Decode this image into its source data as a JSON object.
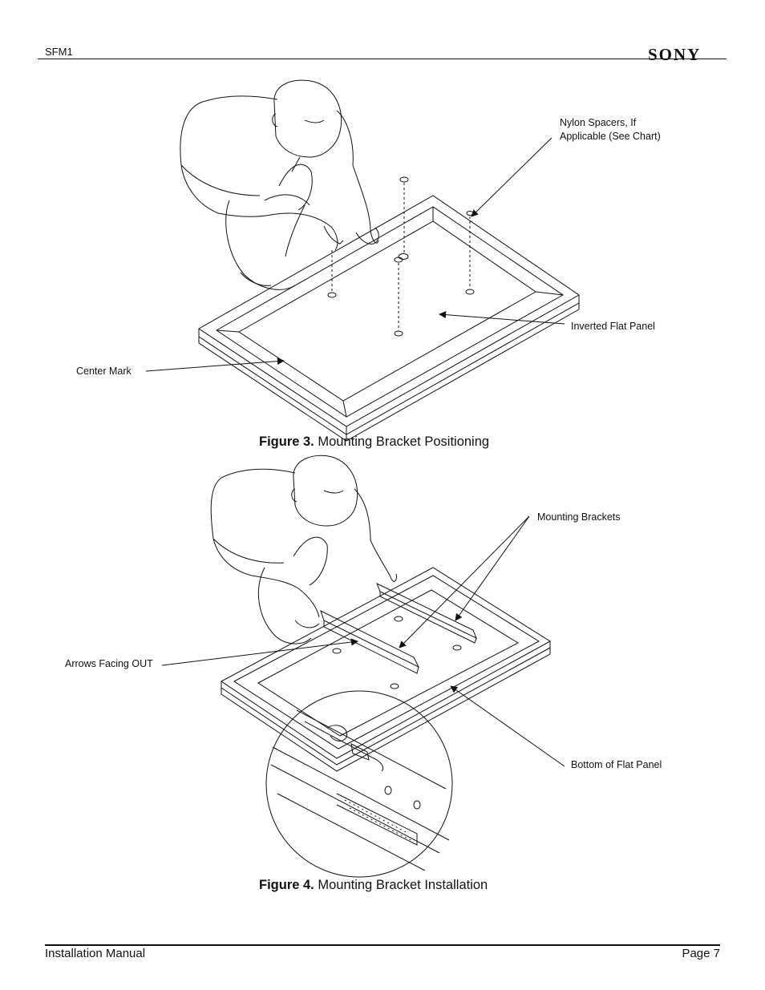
{
  "header": {
    "doc_id": "SFM1",
    "brand": "SONY"
  },
  "figure3": {
    "label": "Figure 3.",
    "title": "Mounting Bracket Positioning",
    "callouts": {
      "nylon_spacers_line1": "Nylon Spacers, If",
      "nylon_spacers_line2": "Applicable (See Chart)",
      "inverted_flat_panel": "Inverted Flat Panel",
      "center_mark": "Center Mark"
    }
  },
  "figure4": {
    "label": "Figure 4.",
    "title": "Mounting Bracket Installation",
    "callouts": {
      "mounting_brackets": "Mounting Brackets",
      "arrows_facing_out": "Arrows Facing OUT",
      "bottom_of_flat_panel": "Bottom of Flat Panel"
    }
  },
  "footer": {
    "left": "Installation Manual",
    "right": "Page 7"
  }
}
